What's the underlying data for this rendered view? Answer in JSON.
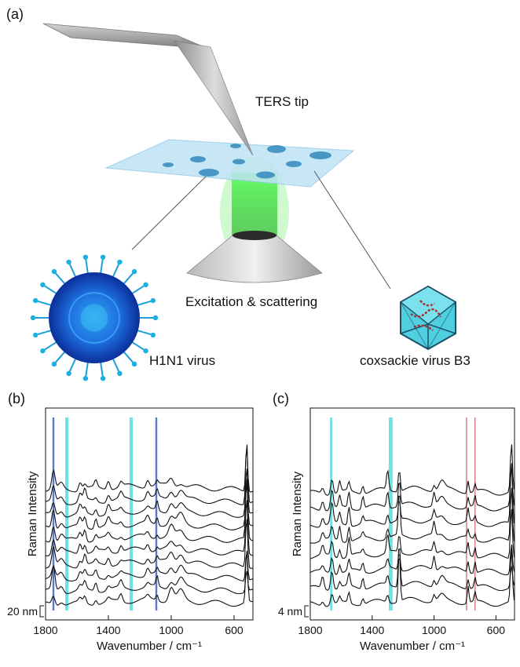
{
  "panel_a": {
    "label": "(a)",
    "tip_label": "TERS tip",
    "excitation_label": "Excitation & scattering",
    "virus_left_label": "H1N1 virus",
    "virus_right_label": "coxsackie virus B3"
  },
  "chart_data": [
    {
      "panel": "(b)",
      "type": "line",
      "xlabel": "Wavenumber / cm⁻¹",
      "ylabel": "Raman Intensity",
      "xlim": [
        1800,
        480
      ],
      "xticks": [
        1800,
        1400,
        1000,
        600
      ],
      "scale_bar": "20 nm",
      "highlight_bands": [
        {
          "x": 1750,
          "width": 12,
          "color": "#3a63c9"
        },
        {
          "x": 1665,
          "width": 20,
          "color": "#55dcdc"
        },
        {
          "x": 1255,
          "width": 20,
          "color": "#55dcdc"
        },
        {
          "x": 1095,
          "width": 12,
          "color": "#3a63c9"
        }
      ],
      "spectra_count": 10,
      "peaks": [
        {
          "x": 1750,
          "h": 1.0,
          "w": 14
        },
        {
          "x": 1700,
          "h": 0.3,
          "w": 20
        },
        {
          "x": 1580,
          "h": 0.45,
          "w": 14
        },
        {
          "x": 1550,
          "h": 0.5,
          "w": 12
        },
        {
          "x": 1480,
          "h": 0.4,
          "w": 12
        },
        {
          "x": 1400,
          "h": 0.35,
          "w": 14
        },
        {
          "x": 1320,
          "h": 0.3,
          "w": 14
        },
        {
          "x": 1150,
          "h": 0.3,
          "w": 14
        },
        {
          "x": 1090,
          "h": 0.4,
          "w": 10
        },
        {
          "x": 1000,
          "h": 0.55,
          "w": 22
        },
        {
          "x": 940,
          "h": 0.45,
          "w": 28
        },
        {
          "x": 520,
          "h": 2.5,
          "w": 9
        }
      ]
    },
    {
      "panel": "(c)",
      "type": "line",
      "xlabel": "Wavenumber / cm⁻¹",
      "ylabel": "Raman Intensity",
      "xlim": [
        1800,
        480
      ],
      "xticks": [
        1800,
        1400,
        1000,
        600
      ],
      "scale_bar": "4 nm",
      "highlight_bands": [
        {
          "x": 1665,
          "width": 14,
          "color": "#55dcdc"
        },
        {
          "x": 1280,
          "width": 24,
          "color": "#55dcdc"
        },
        {
          "x": 790,
          "width": 6,
          "color": "#b8474f"
        },
        {
          "x": 735,
          "width": 6,
          "color": "#b8474f"
        }
      ],
      "spectra_count": 8,
      "peaks": [
        {
          "x": 1720,
          "h": 0.5,
          "w": 12
        },
        {
          "x": 1660,
          "h": 0.9,
          "w": 12
        },
        {
          "x": 1610,
          "h": 0.6,
          "w": 10
        },
        {
          "x": 1550,
          "h": 0.8,
          "w": 10
        },
        {
          "x": 1460,
          "h": 0.5,
          "w": 10
        },
        {
          "x": 1300,
          "h": 0.8,
          "w": 10
        },
        {
          "x": 1225,
          "h": 2.0,
          "w": 9
        },
        {
          "x": 1000,
          "h": 0.6,
          "w": 10
        },
        {
          "x": 950,
          "h": 0.35,
          "w": 25
        },
        {
          "x": 780,
          "h": 0.7,
          "w": 8
        },
        {
          "x": 735,
          "h": 0.45,
          "w": 8
        },
        {
          "x": 500,
          "h": 2.5,
          "w": 9
        }
      ]
    }
  ]
}
